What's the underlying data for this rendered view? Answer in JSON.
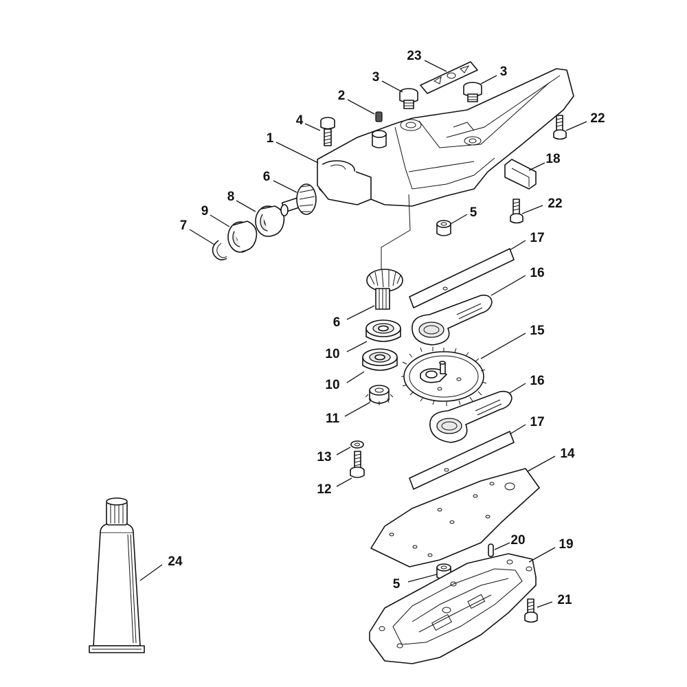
{
  "labels": {
    "p1": "1",
    "p2": "2",
    "p3a": "3",
    "p3b": "3",
    "p4": "4",
    "p5a": "5",
    "p5b": "5",
    "p6a": "6",
    "p6b": "6",
    "p7": "7",
    "p8": "8",
    "p9": "9",
    "p10a": "10",
    "p10b": "10",
    "p11": "11",
    "p12": "12",
    "p13": "13",
    "p14": "14",
    "p15": "15",
    "p16a": "16",
    "p16b": "16",
    "p17a": "17",
    "p17b": "17",
    "p18": "18",
    "p19": "19",
    "p20": "20",
    "p21": "21",
    "p22a": "22",
    "p22b": "22",
    "p23": "23",
    "p24": "24"
  }
}
